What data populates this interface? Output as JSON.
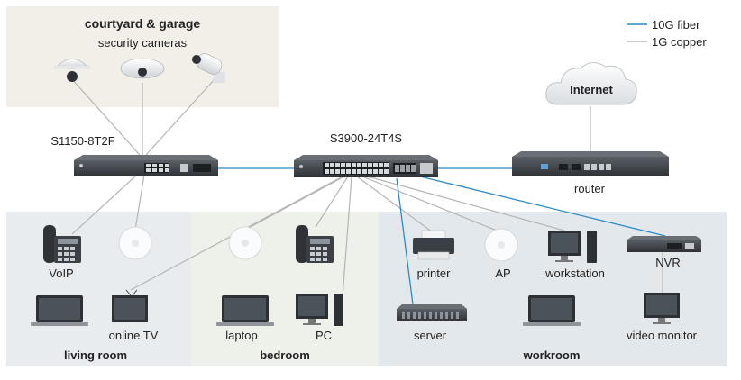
{
  "legend": {
    "fiber_label": "10G fiber",
    "copper_label": "1G copper",
    "fiber_color": "#2b8ac6",
    "copper_color": "#b5b5b5"
  },
  "zones": {
    "courtyard_title": "courtyard & garage",
    "courtyard_subtitle": "security cameras",
    "living_room": "living room",
    "bedroom": "bedroom",
    "workroom": "workroom"
  },
  "devices": {
    "switch_small": "S1150-8T2F",
    "switch_main": "S3900-24T4S",
    "router": "router",
    "internet": "Internet",
    "voip": "VoIP",
    "online_tv": "online TV",
    "laptop": "laptop",
    "pc": "PC",
    "printer": "printer",
    "ap": "AP",
    "workstation": "workstation",
    "nvr": "NVR",
    "server": "server",
    "video_monitor": "video monitor"
  },
  "colors": {
    "courtyard_bg": "#f2efe9",
    "living_bg": "#e9ecef",
    "bedroom_bg": "#eef0ea",
    "workroom_bg": "#e3e8ec",
    "switch_body": "#3e4349"
  }
}
